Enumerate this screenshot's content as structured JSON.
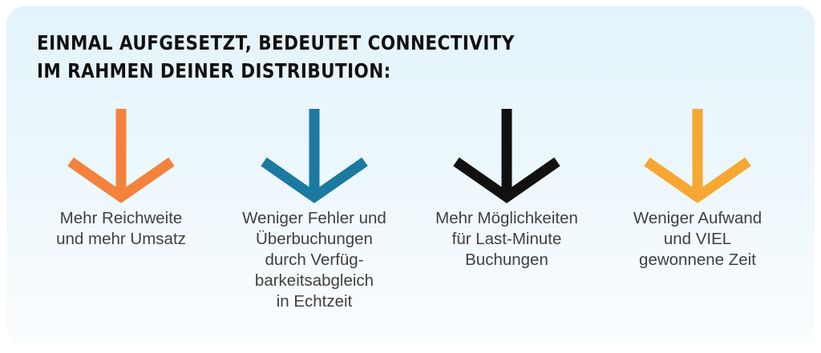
{
  "heading": {
    "line1": "EINMAL AUFGESETZT, BEDEUTET CONNECTIVITY",
    "line2": "IM RAHMEN DEINER DISTRIBUTION:"
  },
  "items": [
    {
      "icon": "arrow-down-icon",
      "color": "#f5823c",
      "lines": [
        "Mehr Reichweite",
        "und mehr Umsatz"
      ]
    },
    {
      "icon": "arrow-down-icon",
      "color": "#1b7aa0",
      "lines": [
        "Weniger Fehler und",
        "Überbuchungen",
        "durch Verfüg-",
        "barkeitsabgleich",
        "in Echtzeit"
      ]
    },
    {
      "icon": "arrow-down-icon",
      "color": "#111111",
      "lines": [
        "Mehr Möglichkeiten",
        "für Last-Minute",
        "Buchungen"
      ]
    },
    {
      "icon": "arrow-down-icon",
      "color": "#f7a733",
      "lines": [
        "Weniger Aufwand",
        "und VIEL",
        "gewonnene Zeit"
      ]
    }
  ]
}
